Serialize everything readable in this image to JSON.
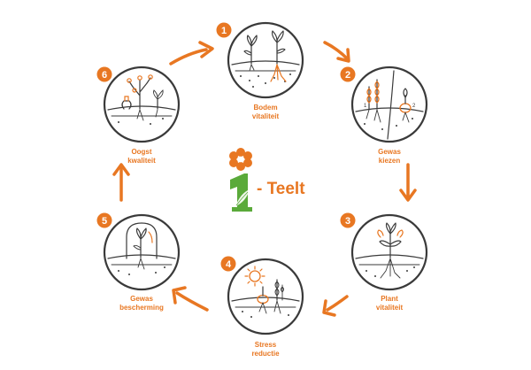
{
  "colors": {
    "accent": "#e87722",
    "ink": "#3a3a3a",
    "brand_green": "#5aaa3a"
  },
  "logo": {
    "text": "- Teelt",
    "mark_digit": "1"
  },
  "steps": [
    {
      "number": "1",
      "label_lines": [
        "Bodem",
        "vitaliteit"
      ]
    },
    {
      "number": "2",
      "label_lines": [
        "Gewas",
        "kiezen"
      ],
      "side_labels": [
        "1",
        "2"
      ]
    },
    {
      "number": "3",
      "label_lines": [
        "Plant",
        "vitaliteit"
      ]
    },
    {
      "number": "4",
      "label_lines": [
        "Stress",
        "reductie"
      ]
    },
    {
      "number": "5",
      "label_lines": [
        "Gewas",
        "bescherming"
      ]
    },
    {
      "number": "6",
      "label_lines": [
        "Oogst",
        "kwaliteit"
      ]
    }
  ]
}
